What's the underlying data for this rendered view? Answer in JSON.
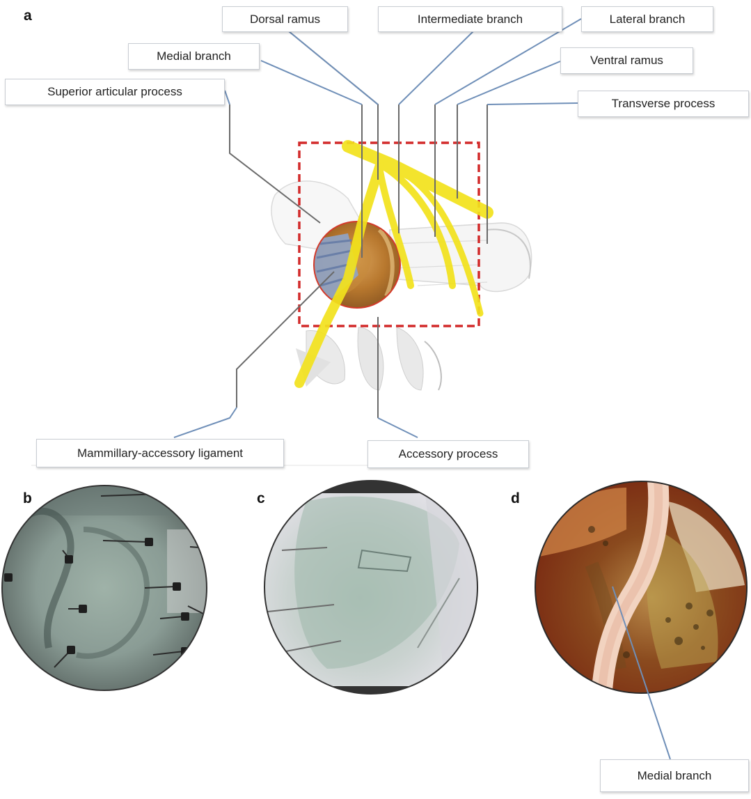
{
  "panels": {
    "a": "a",
    "b": "b",
    "c": "c",
    "d": "d"
  },
  "labels": {
    "dorsal_ramus": "Dorsal ramus",
    "intermediate_branch": "Intermediate branch",
    "lateral_branch": "Lateral branch",
    "medial_branch": "Medial branch",
    "ventral_ramus": "Ventral ramus",
    "superior_articular_process": "Superior articular process",
    "transverse_process": "Transverse process",
    "mammillary_accessory_ligament": "Mammillary-accessory ligament",
    "accessory_process": "Accessory process",
    "medial_branch_d": "Medial branch"
  },
  "colors": {
    "leader_blue": "#6f8fb8",
    "leader_gray": "#6a6a6a",
    "nerve_yellow": "#f2e21c",
    "dashed_box_red": "#d22a2a"
  }
}
